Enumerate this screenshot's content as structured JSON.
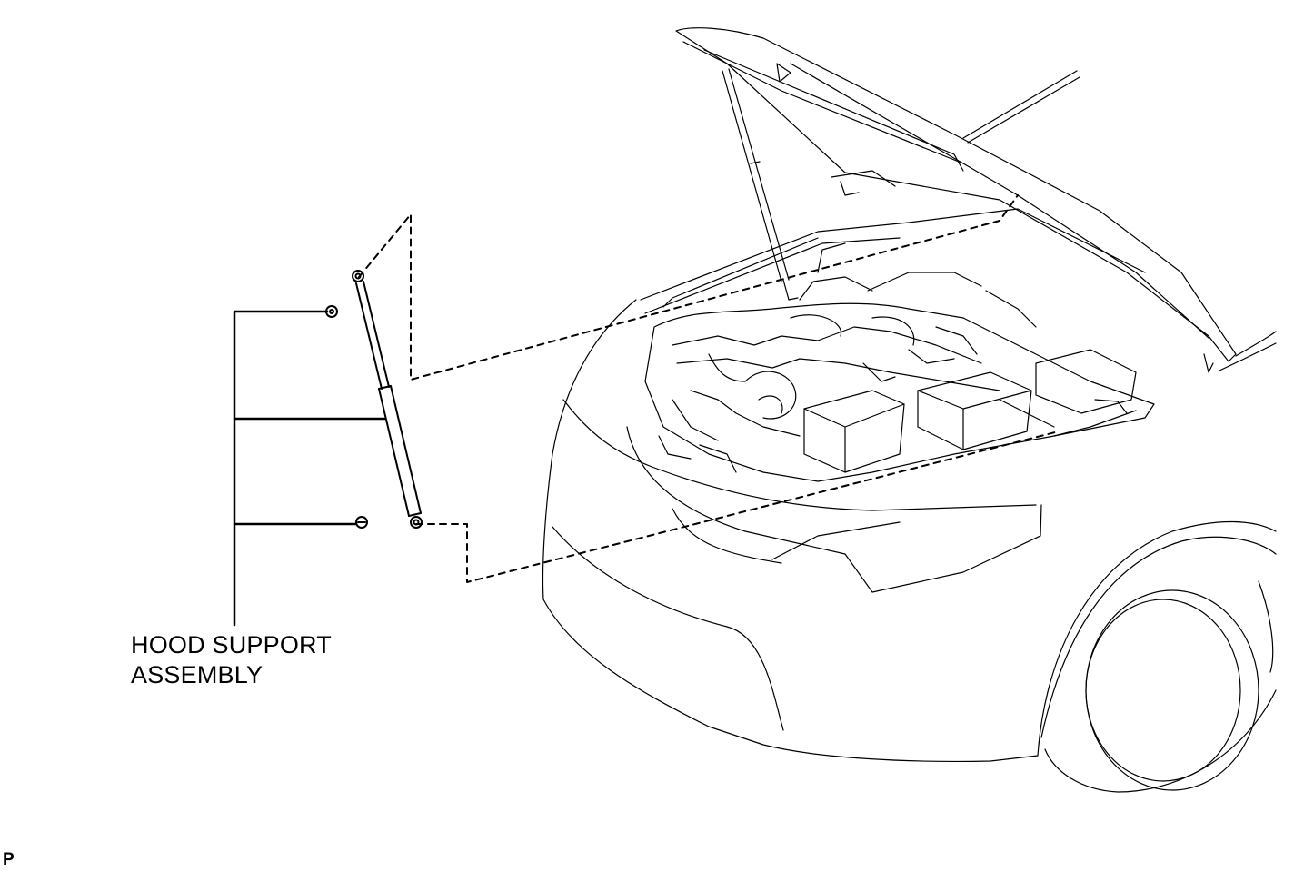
{
  "label": {
    "line1": "HOOD SUPPORT",
    "line2": "ASSEMBLY"
  },
  "corner_mark": "P",
  "colors": {
    "line": "#000000",
    "background": "#ffffff"
  }
}
